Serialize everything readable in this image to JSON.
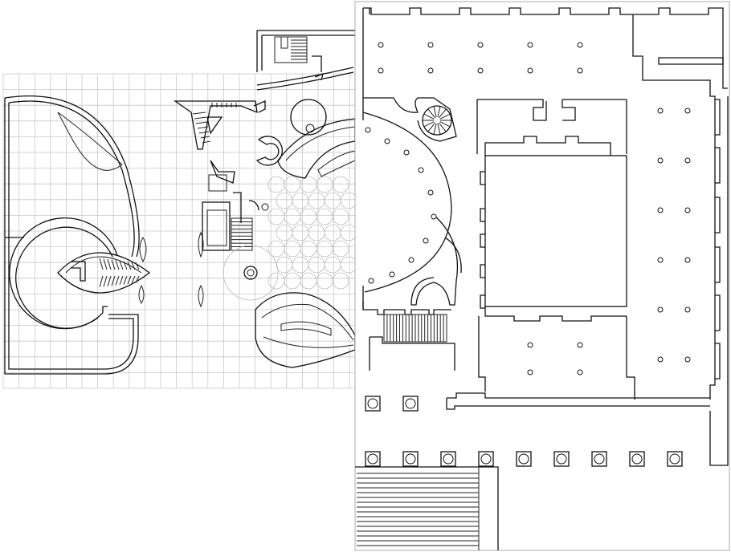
{
  "page": {
    "background_color": "#ffffff",
    "line_color": "#111111",
    "grid_color": "#c8c8c8"
  },
  "plan": {
    "left_column_rows": 2,
    "portico_columns": 9,
    "right_wing_column_rows": 6,
    "north_hall_columns_per_row": 5,
    "south_hall_columns": 4
  }
}
